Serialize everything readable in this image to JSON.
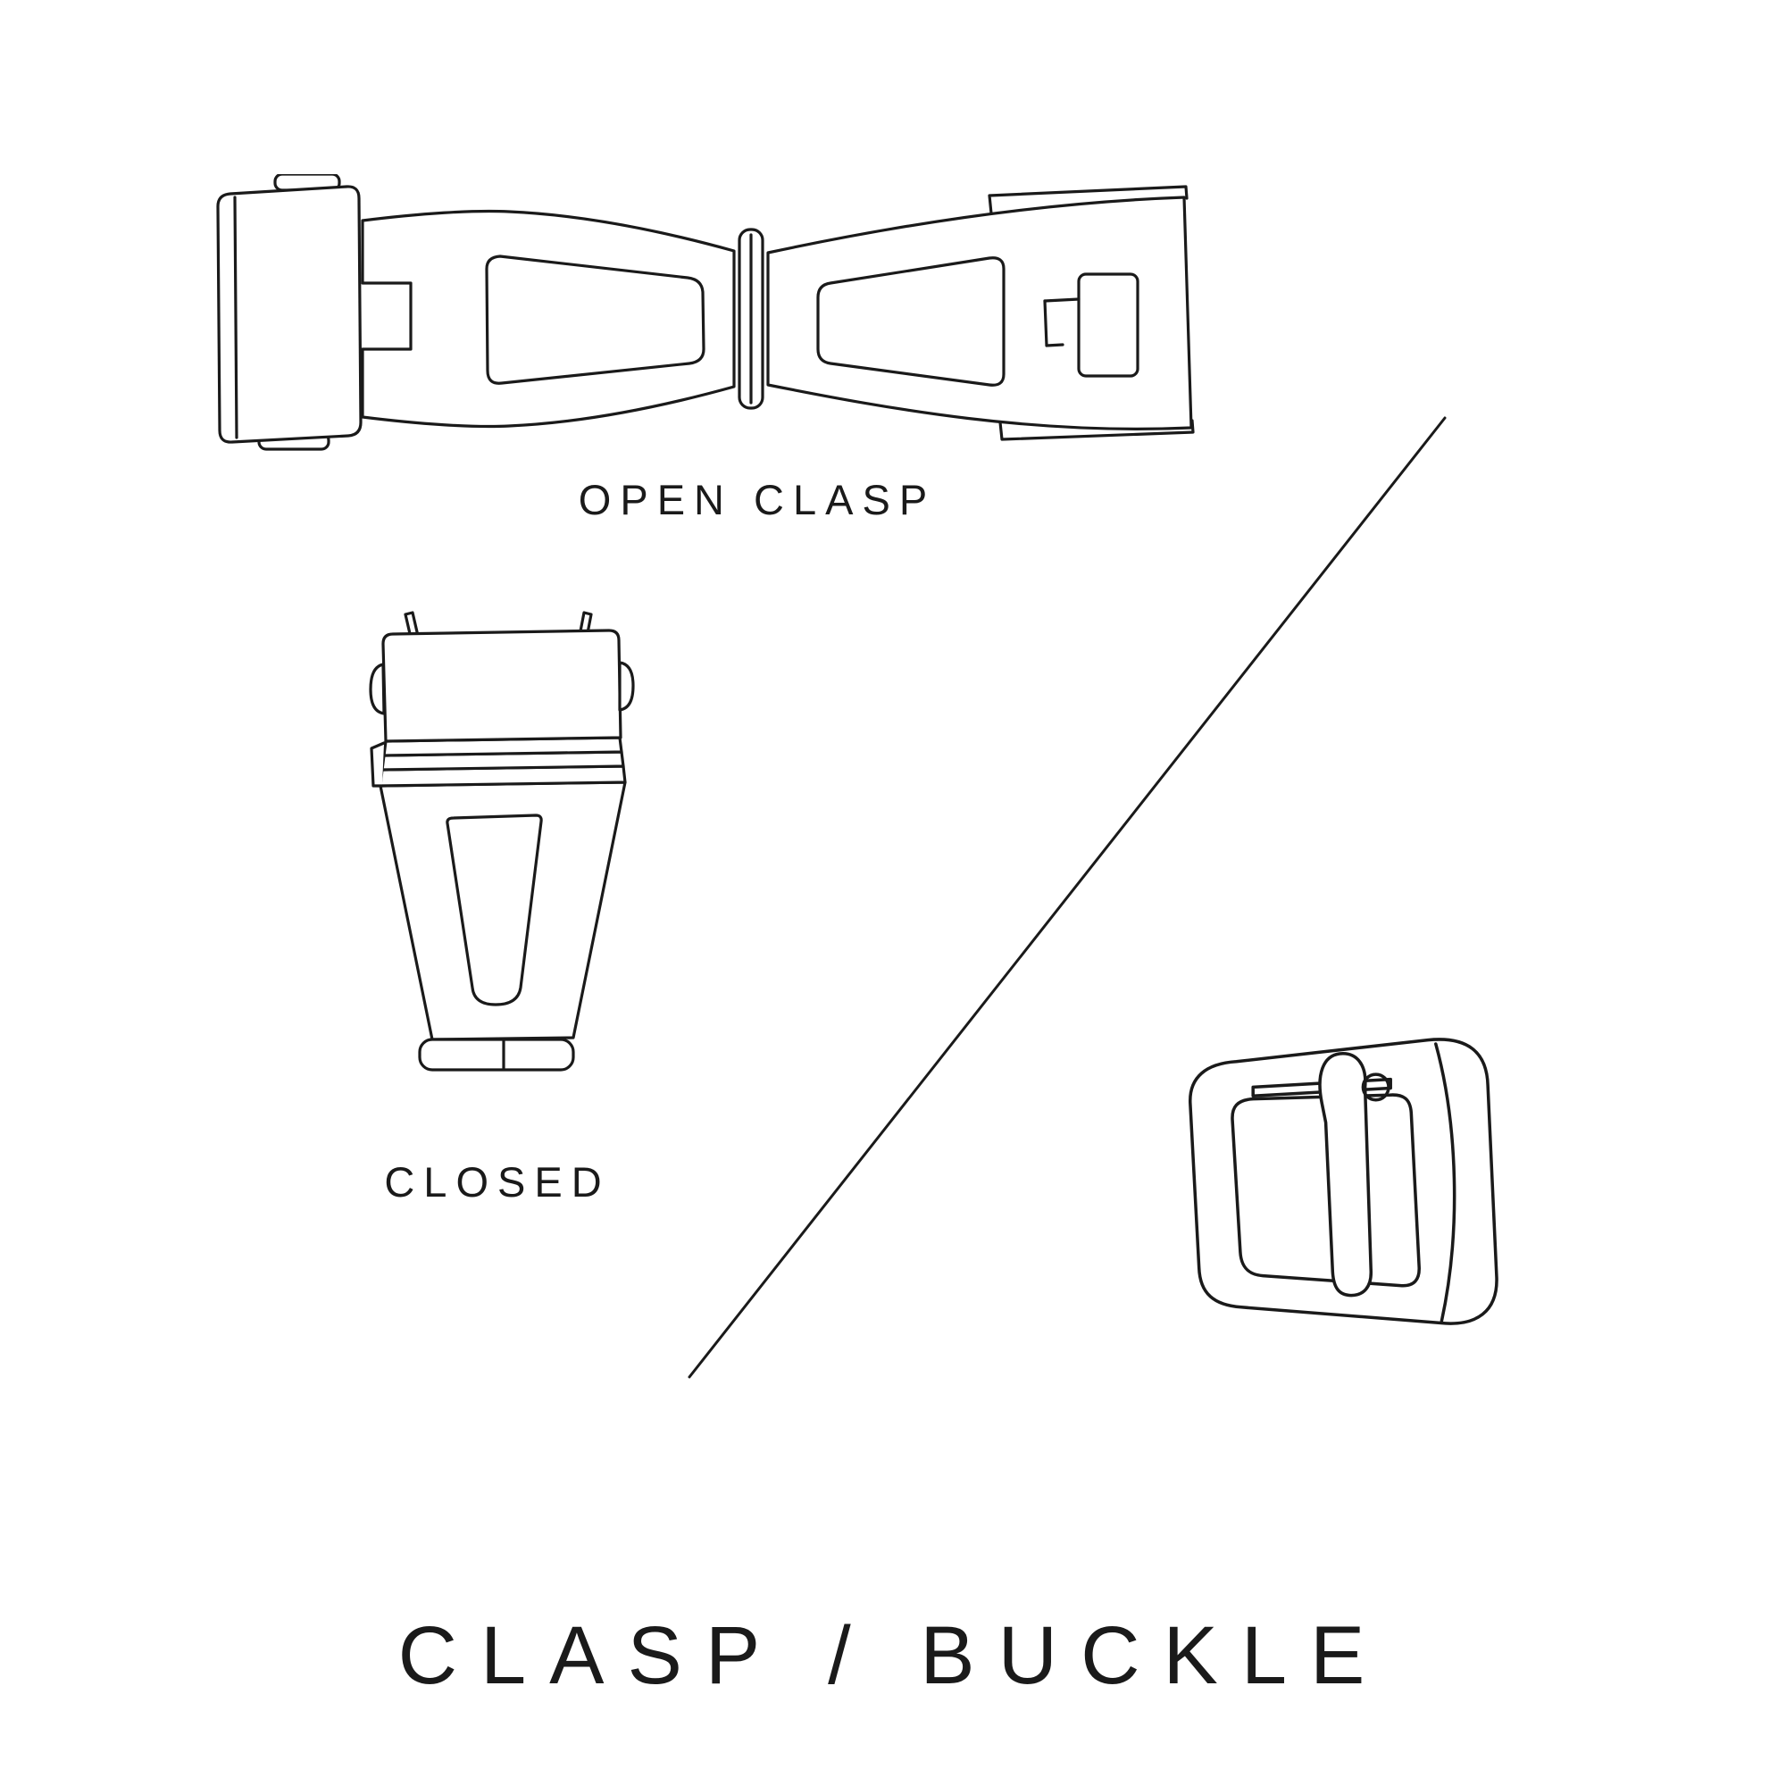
{
  "page": {
    "background": "#ffffff",
    "line_color": "#1a1a1a",
    "text_color": "#1a1a1a"
  },
  "figures": {
    "open_clasp": {
      "label": "OPEN CLASP"
    },
    "closed_clasp": {
      "label": "CLOSED"
    }
  },
  "title": {
    "text": "CLASP / BUCKLE"
  },
  "illustrations": [
    {
      "name": "open-clasp-drawing"
    },
    {
      "name": "closed-clasp-drawing"
    },
    {
      "name": "tang-buckle-drawing"
    },
    {
      "name": "diagonal-divider"
    }
  ]
}
